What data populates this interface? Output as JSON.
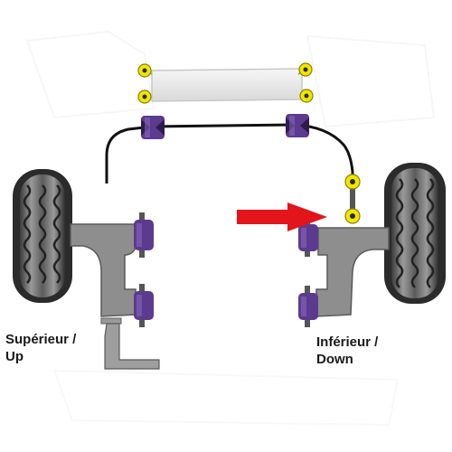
{
  "labels": {
    "left": {
      "line1": "Supérieur /",
      "line2": "Up"
    },
    "right": {
      "line1": "Inférieur /",
      "line2": "Down"
    }
  },
  "colors": {
    "bush_purple": "#5c3a8f",
    "bush_dark": "#2e1c4d",
    "bush_light": "#8c6fc0",
    "bolt_yellow": "#f2e600",
    "arm_gray": "#8e8e8e",
    "arm_dark": "#5a5a5a",
    "tire_dark": "#2b2b2b",
    "tire_mid": "#6a6a6a",
    "tire_light": "#b8b8b8",
    "subframe": "#efefef",
    "arrow_red": "#e3141a",
    "bar_black": "#111111"
  },
  "icons": {
    "arrow": "right-arrow-icon"
  }
}
